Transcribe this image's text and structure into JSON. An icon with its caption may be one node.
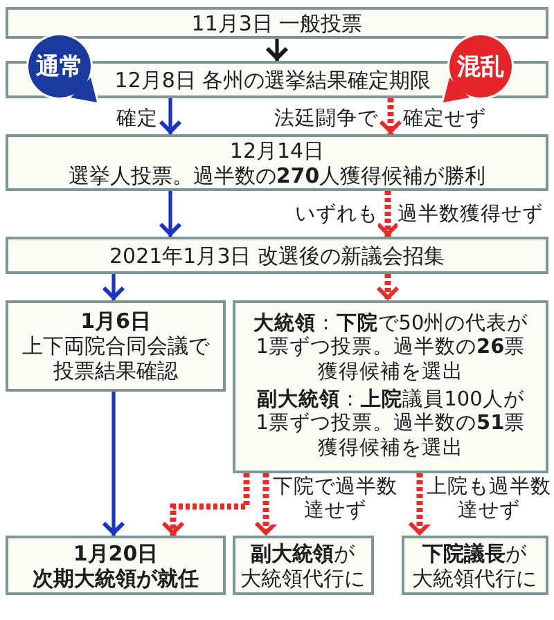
{
  "diagram": {
    "nodes": [
      {
        "text": [
          "11月3日 一般投票"
        ]
      },
      {
        "text": [
          "通常"
        ]
      },
      {
        "text": [
          "12月8日 各州の選挙結果確定期限"
        ]
      },
      {
        "text": [
          "混乱"
        ]
      },
      {
        "text": [
          "12月14日",
          "選挙人投票。過半数の**270**人獲得候補が勝利"
        ]
      },
      {
        "text": [
          "2021年1月3日 改選後の新議会招集"
        ]
      },
      {
        "text": [
          "1月6日",
          "上下両院合同会議で投票結果確認"
        ]
      },
      {
        "text": [
          "**大統領**：**下院**で50州の代表が1票ずつ投票。過半数の**26**票獲得候補を選出",
          "**副大統領**：**上院**議員100人が1票ずつ投票。過半数の**51**票獲得候補を選出"
        ]
      },
      {
        "text": [
          "1月20日",
          "次期大統領が就任"
        ]
      },
      {
        "text": [
          "**副大統領**が大統領代行に"
        ]
      },
      {
        "text": [
          "**下院議長**が大統領代行に"
        ]
      }
    ],
    "edges": [
      {
        "from": 0,
        "to": 2,
        "arrow": "to",
        "color": "#1a1a1a"
      },
      {
        "from": 2,
        "to": 4,
        "arrow": "to",
        "label": "確定",
        "color": "#1b35c2"
      },
      {
        "from": 2,
        "to": 4,
        "arrow": "to",
        "style": "dashed",
        "color": "#e52b2b"
      },
      {
        "from": 4,
        "to": 5,
        "arrow": "to",
        "color": "#1b35c2"
      },
      {
        "from": 4,
        "to": 5,
        "arrow": "to",
        "style": "dashed",
        "color": "#e52b2b"
      },
      {
        "from": 5,
        "to": 6,
        "arrow": "to",
        "color": "#1b35c2"
      },
      {
        "from": 5,
        "to": 7,
        "arrow": "to",
        "style": "dashed",
        "color": "#e52b2b"
      },
      {
        "from": 6,
        "to": 8,
        "arrow": "to",
        "color": "#1b35c2"
      },
      {
        "from": 7,
        "to": 8,
        "arrow": "to",
        "style": "dashed",
        "color": "#e52b2b"
      },
      {
        "from": 7,
        "to": 9,
        "arrow": "to",
        "label": "下院で過半数達せず",
        "style": "dashed",
        "color": "#e52b2b"
      },
      {
        "from": 7,
        "to": 10,
        "arrow": "to",
        "label": "上院も過半数達せず",
        "style": "dashed",
        "color": "#e52b2b"
      }
    ],
    "labels": [
      "法廷闘争で",
      "確定せず",
      "いずれも",
      "過半数獲得せず"
    ]
  }
}
